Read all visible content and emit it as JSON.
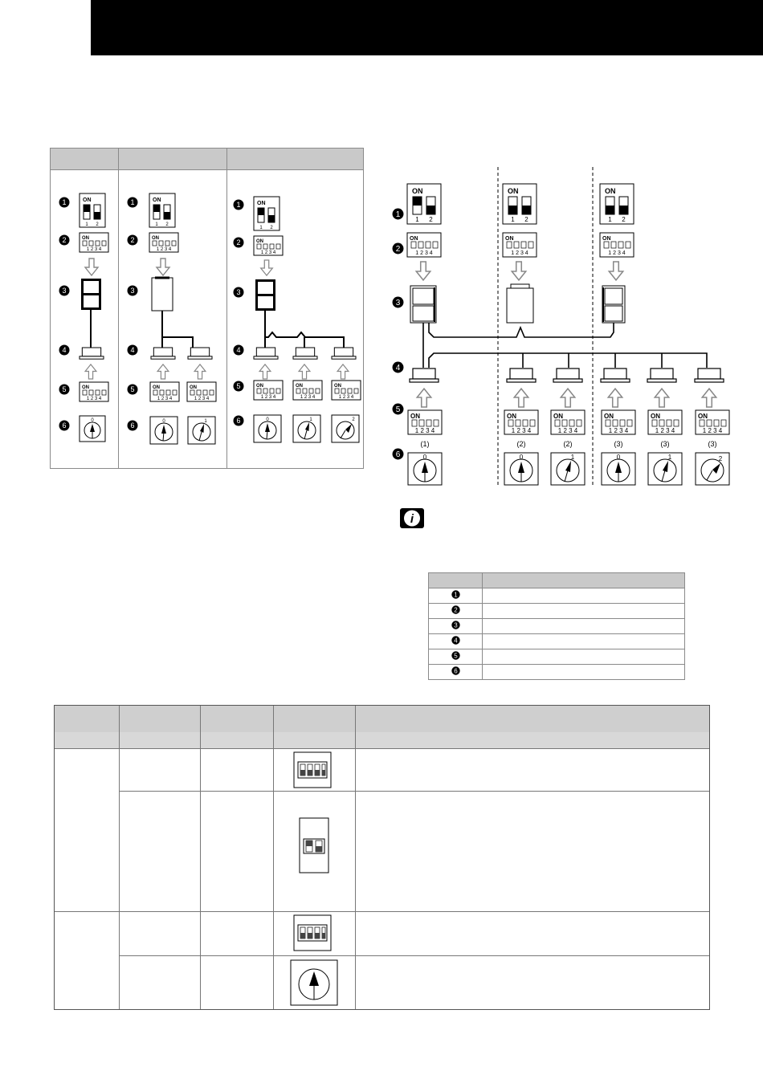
{
  "numbers": {
    "n1": "1",
    "n2": "2",
    "n3": "3",
    "n4": "4",
    "n5": "5",
    "n6": "6"
  },
  "switch": {
    "on": "ON",
    "dip2_labels": [
      "1",
      "2"
    ],
    "dip4_labels": [
      "1",
      "2",
      "3",
      "4"
    ]
  },
  "rotary": [
    "0",
    "1",
    "2"
  ],
  "groups": [
    "(1)",
    "(2)",
    "(3)"
  ],
  "info_icon": "i",
  "icons": [
    "circled-number-icon",
    "dip-switch-icon",
    "rotary-switch-icon",
    "info-icon",
    "arrow-down-icon"
  ],
  "colors": {
    "header": "#000000",
    "table_head": "#c9c9c9",
    "grid": "#8a8a8a"
  }
}
